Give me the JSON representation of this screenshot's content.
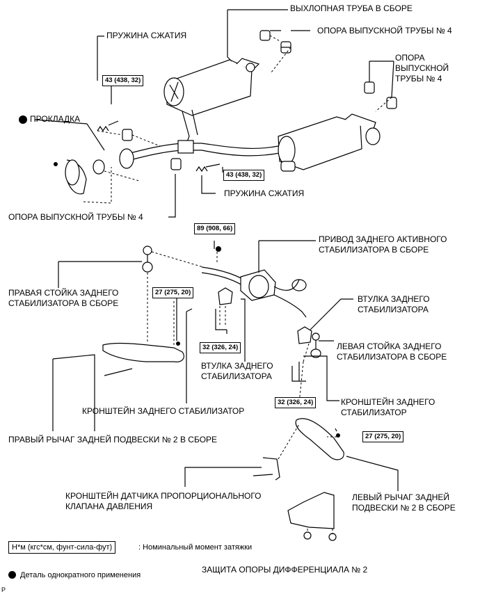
{
  "labels": {
    "exhaust_pipe_assy": "ВЫХЛОПНАЯ ТРУБА В СБОРЕ",
    "support4_top": "ОПОРА ВЫПУСКНОЙ ТРУБЫ № 4",
    "compression_spring_top": "ПРУЖИНА СЖАТИЯ",
    "support4_right": "ОПОРА\nВЫПУСКНОЙ\nТРУБЫ № 4",
    "gasket": "ПРОКЛАДКА",
    "compression_spring_bottom": "ПРУЖИНА СЖАТИЯ",
    "support4_bottom": "ОПОРА ВЫПУСКНОЙ ТРУБЫ № 4",
    "rear_active_stabilizer": "ПРИВОД ЗАДНЕГО АКТИВНОГО\nСТАБИЛИЗАТОРА В СБОРЕ",
    "right_stabilizer_link": "ПРАВАЯ СТОЙКА ЗАДНЕГО\nСТАБИЛИЗАТОРА В СБОРЕ",
    "stabilizer_bushing_right": "ВТУЛКА ЗАДНЕГО\nСТАБИЛИЗАТОРА",
    "left_stabilizer_link": "ЛЕВАЯ СТОЙКА ЗАДНЕГО\nСТАБИЛИЗАТОРА В СБОРЕ",
    "stabilizer_bushing_center": "ВТУЛКА ЗАДНЕГО\nСТАБИЛИЗАТОРА",
    "stabilizer_bracket_left": "КРОНШТЕЙН ЗАДНЕГО СТАБИЛИЗАТОР",
    "stabilizer_bracket_right": "КРОНШТЕЙН ЗАДНЕГО\nСТАБИЛИЗАТОР",
    "right_suspension_arm": "ПРАВЫЙ РЫЧАГ ЗАДНЕЙ ПОДВЕСКИ № 2 В СБОРЕ",
    "sensor_bracket": "КРОНШТЕЙН ДАТЧИКА ПРОПОРЦИОНАЛЬНОГО\nКЛАПАНА ДАВЛЕНИЯ",
    "left_suspension_arm": "ЛЕВЫЙ РЫЧАГ ЗАДНЕЙ\nПОДВЕСКИ № 2 В СБОРЕ",
    "diff_support_guard": "ЗАЩИТА ОПОРЫ ДИФФЕРЕНЦИАЛА № 2"
  },
  "torques": {
    "t1": "43 (438, 32)",
    "t2": "43 (438, 32)",
    "t3": "89 (908, 66)",
    "t4": "27 (275, 20)",
    "t5": "32 (326, 24)",
    "t6": "32 (326, 24)",
    "t7": "27 (275, 20)"
  },
  "legend": {
    "torque_unit_box": "Н*м (кгс*см, фунт-сила-фут)",
    "torque_unit_text": ": Номинальный момент затяжки",
    "single_use_text": "Деталь однократного применения"
  },
  "page_mark": "P"
}
